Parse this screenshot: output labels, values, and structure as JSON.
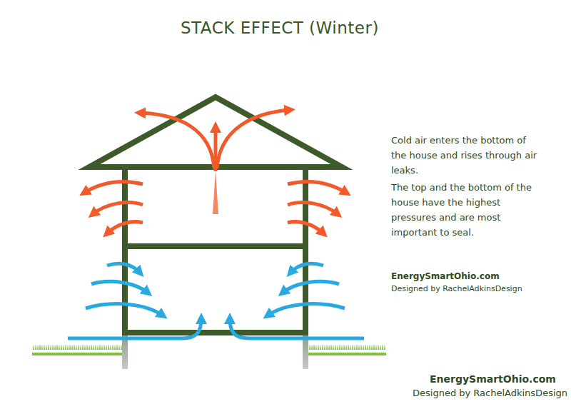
{
  "diagram": {
    "title": "STACK EFFECT (Winter)",
    "labels": [
      "Cold air enters the bottom of the house and rises through air leaks.",
      "The top and the bottom of the house have the highest pressures and are most important to seal.",
      "EnergySmartOhio.com",
      "Designed by RachelAdkinsDesign",
      "EnergySmartOhio.com",
      "Designed by RachelAdkinsDesign"
    ]
  }
}
